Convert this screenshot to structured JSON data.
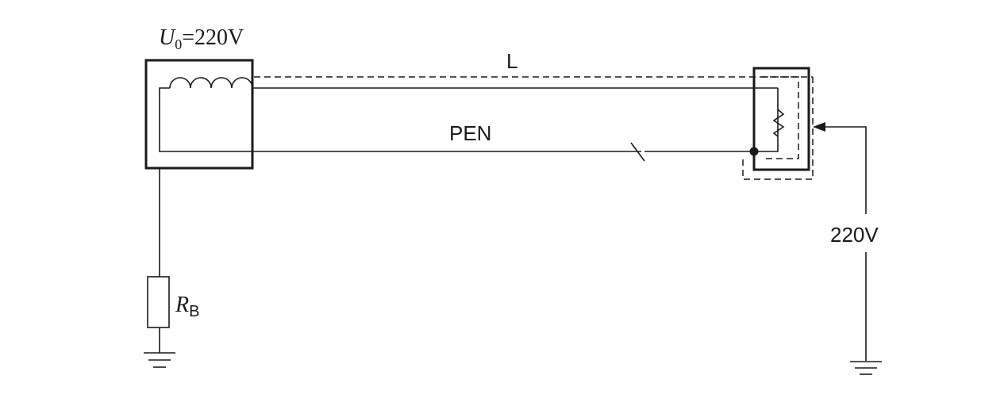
{
  "labels": {
    "source_voltage_symbol": "U",
    "source_voltage_subscript": "0",
    "source_voltage_value": "=220V",
    "line_conductor": "L",
    "pen_conductor": "PEN",
    "touch_voltage": "220V",
    "resistor_symbol": "R",
    "resistor_subscript": "B"
  }
}
